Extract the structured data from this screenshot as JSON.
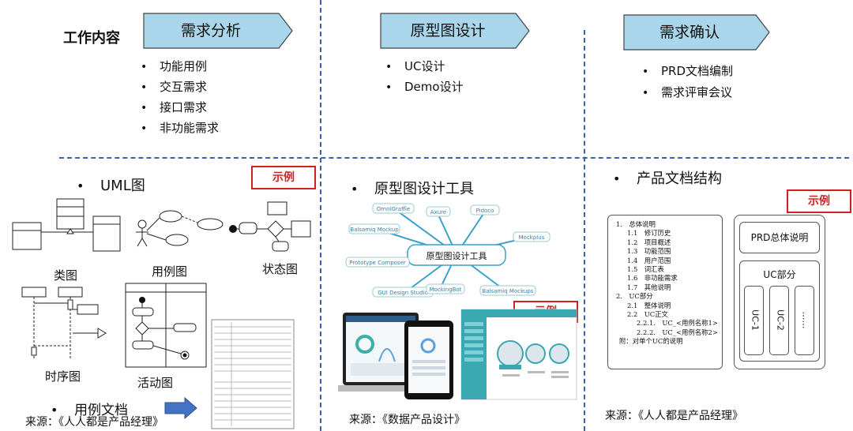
{
  "work_label": "工作内容",
  "stages": [
    {
      "title": "需求分析",
      "items": [
        "功能用例",
        "交互需求",
        "接口需求",
        "非功能需求"
      ]
    },
    {
      "title": "原型图设计",
      "items": [
        "UC设计",
        "Demo设计"
      ]
    },
    {
      "title": "需求确认",
      "items": [
        "PRD文档编制",
        "需求评审会议"
      ]
    }
  ],
  "bullet_glyph": "•",
  "example_label": "示例",
  "left": {
    "heading": "UML图",
    "captions": {
      "class": "类图",
      "usecase": "用例图",
      "state": "状态图",
      "sequence": "时序图",
      "activity": "活动图"
    },
    "usecase_doc": "用例文档",
    "source": "来源：《人人都是产品经理》"
  },
  "middle": {
    "heading": "原型图设计工具",
    "center_tool": "原型图设计工具",
    "tools": [
      "OmniGraffle",
      "Axure",
      "Pidoco",
      "Balsamiq Mockup",
      "Mockplus",
      "Prototype Composer",
      "GUI Design Studio",
      "MockingBot",
      "Balsamiq Mockups"
    ],
    "source": "来源：《数据产品设计》"
  },
  "right": {
    "heading": "产品文档结构",
    "toc": [
      "1.　总体说明",
      "1.1　修订历史",
      "1.2　项目概述",
      "1.3　功能范围",
      "1.4　用户范围",
      "1.5　词汇表",
      "1.6　非功能需求",
      "1.7　其他说明",
      "2.　UC部分",
      "2.1　整体说明",
      "2.2　UC正文",
      "2.2.1.　UC_<用例名称1>",
      "2.2.2.　UC_<用例名称2>",
      "附：对单个UC的说明"
    ],
    "prd_box": "PRD总体说明",
    "uc_box": "UC部分",
    "uc_items": [
      "UC-1",
      "UC-2",
      "……"
    ],
    "source": "来源：《人人都是产品经理》"
  },
  "colors": {
    "arrow_fill": "#a9d6ea",
    "arrow_stroke": "#444444",
    "divider": "#3b63a8",
    "tag": "#d02020",
    "tool_line": "#3aa0c8"
  }
}
